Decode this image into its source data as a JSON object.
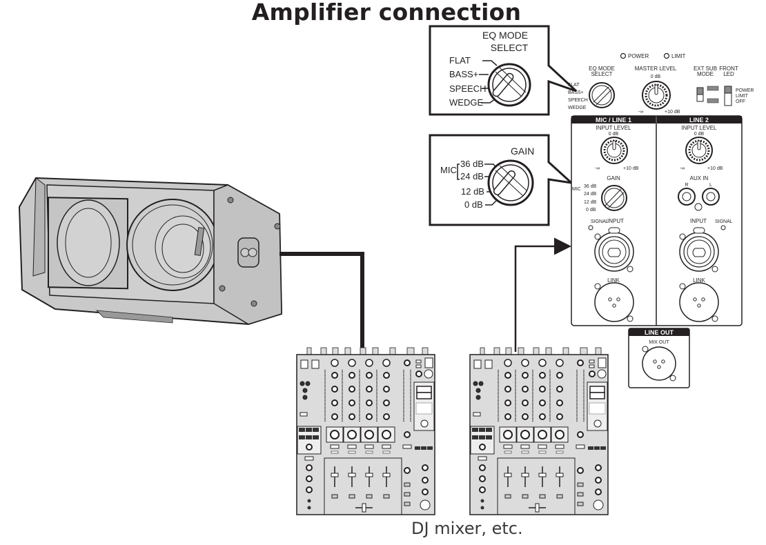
{
  "title": "Amplifier connection",
  "caption": "DJ mixer, etc.",
  "callouts": {
    "eq_mode": {
      "title_line1": "EQ MODE",
      "title_line2": "SELECT",
      "options": [
        "FLAT",
        "BASS+",
        "SPEECH",
        "WEDGE"
      ]
    },
    "gain": {
      "title": "GAIN",
      "mic_label": "MIC",
      "options": [
        "36 dB",
        "24 dB",
        "12 dB",
        "0 dB"
      ]
    }
  },
  "rear_panel": {
    "indicators": [
      "POWER",
      "LIMIT"
    ],
    "eq_mode_select": {
      "label_line1": "EQ MODE",
      "label_line2": "SELECT",
      "options": [
        "FLAT",
        "BASS+",
        "SPEECH",
        "WEDGE"
      ]
    },
    "master_level": {
      "label": "MASTER LEVEL",
      "center": "0 dB",
      "min": "-∞",
      "max": "+10 dB"
    },
    "ext_sub_mode": {
      "label_line1": "EXT SUB",
      "label_line2": "MODE"
    },
    "front_led": {
      "label_line1": "FRONT",
      "label_line2": "LED",
      "options": [
        "POWER",
        "LIMIT",
        "OFF"
      ]
    },
    "channel1": {
      "header": "MIC / LINE 1",
      "input_level": "INPUT LEVEL",
      "center": "0 dB",
      "min": "-∞",
      "max": "+10 dB",
      "gain_label": "GAIN",
      "mic_label": "MIC",
      "gain_options": [
        "36 dB",
        "24 dB",
        "12 dB",
        "0 dB"
      ],
      "signal": "SIGNAL",
      "input": "INPUT",
      "link": "LINK"
    },
    "channel2": {
      "header": "LINE 2",
      "input_level": "INPUT LEVEL",
      "center": "0 dB",
      "min": "-∞",
      "max": "+10 dB",
      "aux_in": "AUX IN",
      "aux_r": "R",
      "aux_l": "L",
      "signal": "SIGNAL",
      "input": "INPUT",
      "link": "LINK"
    },
    "line_out": {
      "header": "LINE OUT",
      "label": "MIX OUT"
    }
  },
  "colors": {
    "ink": "#231f20",
    "device_fill": "#d9d9d9",
    "speaker_fill": "#c8c8c8",
    "panel_fill": "#ffffff",
    "header_fill": "#231f20"
  }
}
